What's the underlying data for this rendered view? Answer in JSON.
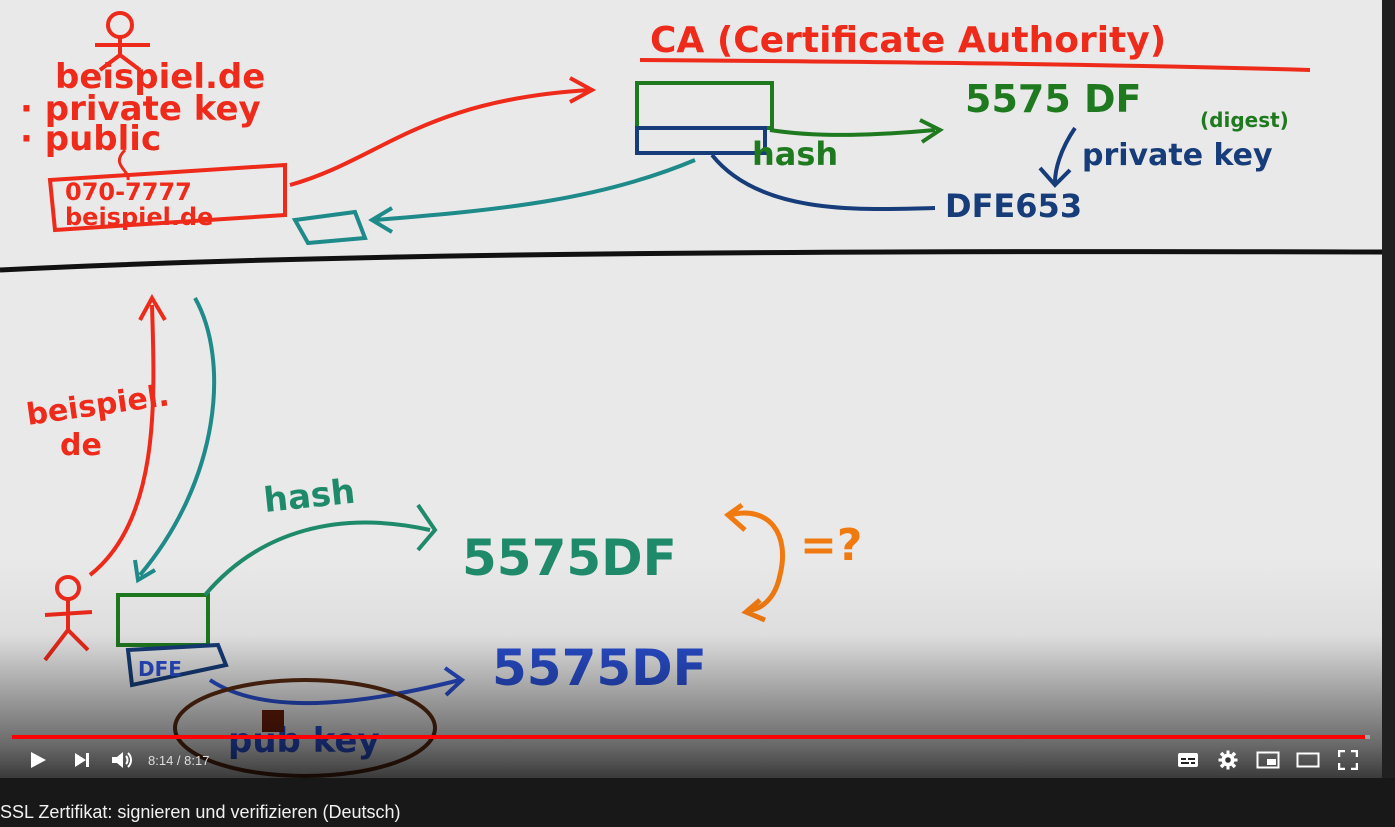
{
  "video": {
    "title": "SSL Zertifikat: signieren und verifizieren (Deutsch)",
    "progress": 0.996,
    "time_current": "8:14",
    "time_separator": " / ",
    "time_total": "8:17"
  },
  "whiteboard": {
    "person_top_domain": "beispiel.de",
    "private_key": "· private key",
    "public": "· public",
    "cert_line_1": "070-7777",
    "cert_line_2": "beispiel.de",
    "ca_title": "CA (Certificate Authority)",
    "ca_hash_label": "hash",
    "ca_hash_value": "5575 DF",
    "ca_digest": "(digest)",
    "ca_private_key": "private key",
    "ca_signature": "DFE653",
    "client_domain_1": "beispiel.",
    "client_domain_2": "de",
    "client_hash_label": "hash",
    "client_hash_value": "5575DF",
    "equals_question": "=?",
    "sig_box": "DFE",
    "decrypted_value": "5575DF",
    "pub_key": "pub key"
  },
  "colors": {
    "red": "#ee2a1a",
    "green": "#1f7a1f",
    "teal": "#1f8a8a",
    "navy": "#163d7a",
    "blue": "#2a4fd0",
    "orange": "#f07a10",
    "brown": "#5a2a12",
    "progress": "#ff0000"
  },
  "icons": [
    "play-icon",
    "next-icon",
    "volume-icon",
    "subtitles-icon",
    "settings-icon",
    "miniplayer-icon",
    "theater-icon",
    "fullscreen-icon"
  ]
}
